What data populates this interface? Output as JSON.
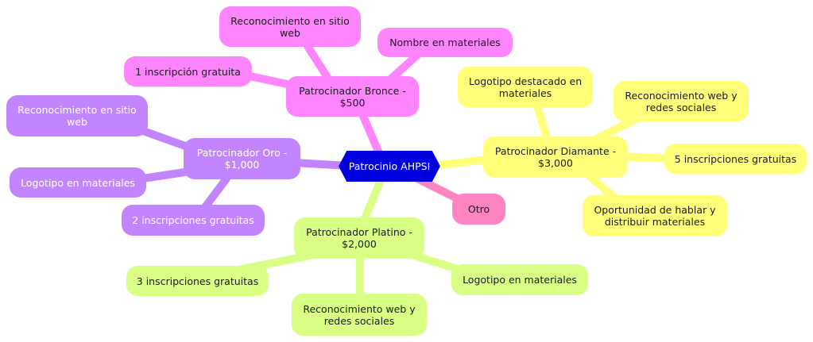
{
  "root": {
    "label": "Patrocinio AHPSI",
    "color": "#0000dd"
  },
  "branches": {
    "bronce": {
      "label": "Patrocinador Bronce - $500",
      "color": "#ff85ff",
      "children": [
        "Reconocimiento en sitio web",
        "Nombre en materiales",
        "1 inscripción gratuita"
      ]
    },
    "oro": {
      "label": "Patrocinador Oro - $1,000",
      "color": "#c285ff",
      "children": [
        "Reconocimiento en sitio web",
        "Logotipo en materiales",
        "2 inscripciones gratuitas"
      ]
    },
    "platino": {
      "label": "Patrocinador Platino - $2,000",
      "color": "#d9ff85",
      "children": [
        "3 inscripciones gratuitas",
        "Reconocimiento web y redes sociales",
        "Logotipo en materiales"
      ]
    },
    "diamante": {
      "label": "Patrocinador Diamante - $3,000",
      "color": "#ffff7a",
      "children": [
        "Logotipo destacado en materiales",
        "Reconocimiento web y redes sociales",
        "5 inscripciones gratuitas",
        "Oportunidad de hablar y distribuir materiales"
      ]
    },
    "otro": {
      "label": "Otro",
      "color": "#ff85c2"
    }
  }
}
